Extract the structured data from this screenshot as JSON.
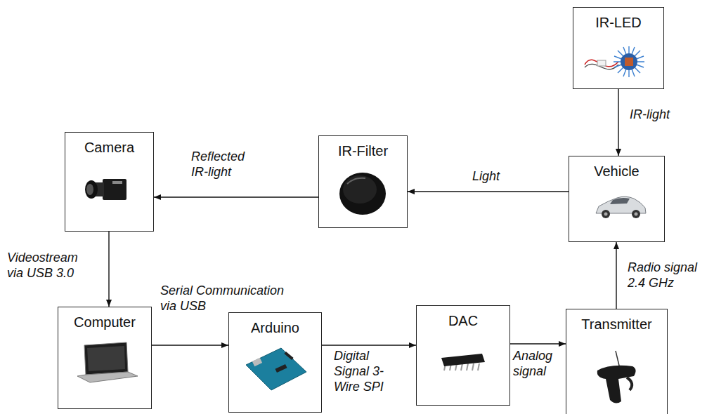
{
  "diagram": {
    "nodes": [
      {
        "text": [
          "IR-LED"
        ]
      },
      {
        "text": [
          "Camera"
        ]
      },
      {
        "text": [
          "IR-Filter"
        ]
      },
      {
        "text": [
          "Vehicle"
        ]
      },
      {
        "text": [
          "Computer"
        ]
      },
      {
        "text": [
          "Arduino"
        ]
      },
      {
        "text": [
          "DAC"
        ]
      },
      {
        "text": [
          "Transmitter"
        ]
      }
    ],
    "edges": [
      {
        "from": 0,
        "to": 3,
        "arrow": "to",
        "label": "IR-light"
      },
      {
        "from": 3,
        "to": 2,
        "arrow": "to",
        "label": "Light"
      },
      {
        "from": 2,
        "to": 1,
        "arrow": "to",
        "label": "Reflected IR-light"
      },
      {
        "from": 1,
        "to": 4,
        "arrow": "to",
        "label": "Videostream via USB 3.0"
      },
      {
        "from": 4,
        "to": 5,
        "arrow": "to",
        "label": "Serial Communication via USB"
      },
      {
        "from": 5,
        "to": 6,
        "arrow": "to",
        "label": "Digital Signal 3-Wire SPI"
      },
      {
        "from": 6,
        "to": 7,
        "arrow": "to",
        "label": "Analog signal"
      },
      {
        "from": 7,
        "to": 3,
        "arrow": "to",
        "label": "Radio signal 2.4 GHz"
      }
    ]
  }
}
